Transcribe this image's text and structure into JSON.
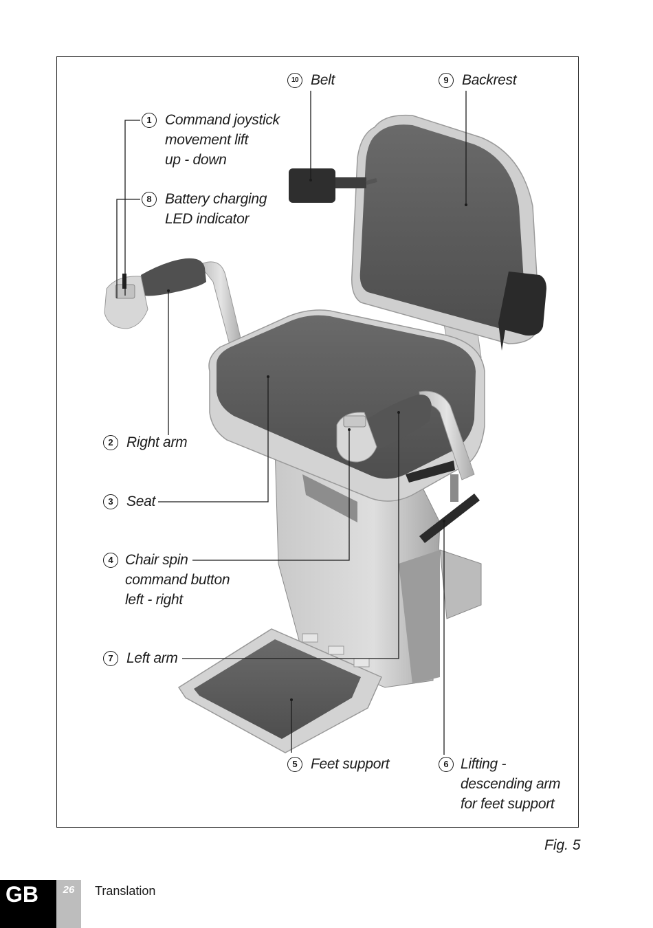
{
  "labels": {
    "belt": {
      "num": "10",
      "text": "Belt"
    },
    "backrest": {
      "num": "9",
      "text": "Backrest"
    },
    "command_joystick": {
      "num": "1",
      "text": "Command joystick\nmovement lift\nup - down"
    },
    "battery_led": {
      "num": "8",
      "text": "Battery charging\nLED indicator"
    },
    "right_arm": {
      "num": "2",
      "text": "Right arm"
    },
    "seat": {
      "num": "3",
      "text": "Seat"
    },
    "chair_spin": {
      "num": "4",
      "text": "Chair spin\ncommand button\nleft - right"
    },
    "left_arm": {
      "num": "7",
      "text": "Left arm"
    },
    "feet_support": {
      "num": "5",
      "text": "Feet support"
    },
    "lifting_arm": {
      "num": "6",
      "text": "Lifting -\ndescending arm\nfor feet support"
    }
  },
  "figure_caption": "Fig. 5",
  "footer": {
    "lang": "GB",
    "page": "26",
    "text": "Translation"
  },
  "colors": {
    "upholstery": "#5b5b5b",
    "frame_light": "#d9d9d9",
    "frame_mid": "#b8b8b8",
    "dark": "#2b2b2b",
    "footer_black": "#000000",
    "footer_grey": "#bdbdbd"
  }
}
